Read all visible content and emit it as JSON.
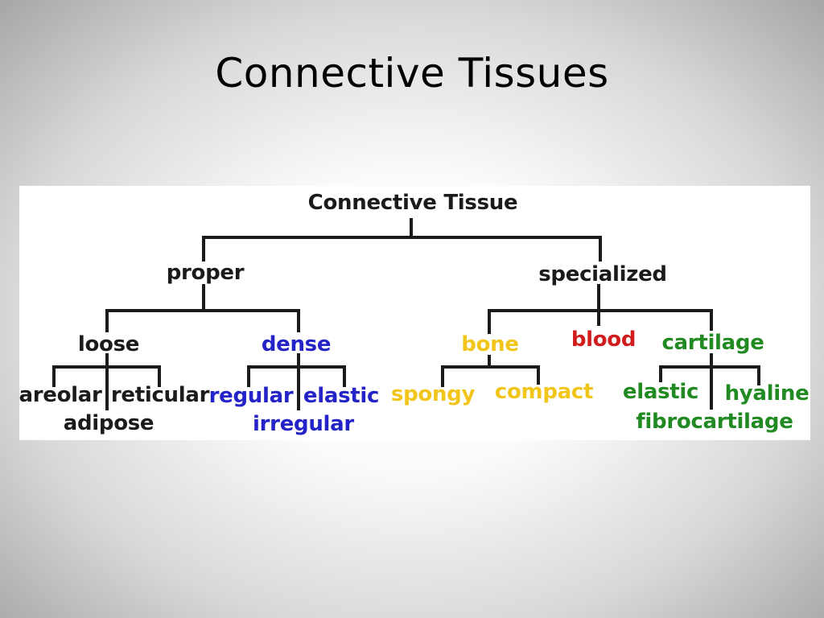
{
  "title": "Connective Tissues",
  "diagram": {
    "colors": {
      "black": "#1b1b1b",
      "blue": "#2323c8",
      "yellow": "#f2c51a",
      "red": "#d01c1c",
      "green": "#228a22"
    },
    "root": "Connective Tissue",
    "proper": {
      "label": "proper",
      "loose": {
        "label": "loose",
        "children": [
          "areolar",
          "reticular",
          "adipose"
        ]
      },
      "dense": {
        "label": "dense",
        "children": [
          "regular",
          "elastic",
          "irregular"
        ]
      }
    },
    "specialized": {
      "label": "specialized",
      "bone": {
        "label": "bone",
        "children": [
          "spongy",
          "compact"
        ]
      },
      "blood": {
        "label": "blood"
      },
      "cartilage": {
        "label": "cartilage",
        "children": [
          "elastic",
          "hyaline",
          "fibrocartilage"
        ]
      }
    }
  }
}
